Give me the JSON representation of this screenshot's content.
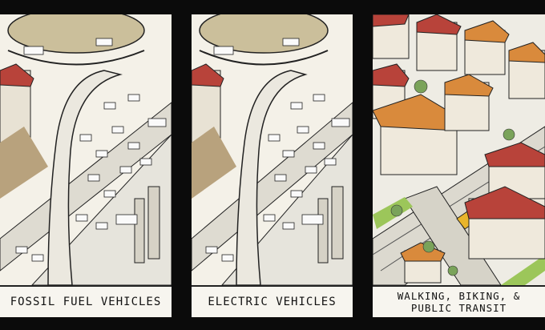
{
  "panels": [
    {
      "id": "fossil",
      "caption": "FOSSIL FUEL VEHICLES"
    },
    {
      "id": "electric",
      "caption": "ELECTRIC VEHICLES"
    },
    {
      "id": "transit",
      "caption_line1": "WALKING, BIKING, &",
      "caption_line2": "PUBLIC TRANSIT"
    }
  ],
  "colors": {
    "paper": "#f7f5ef",
    "roof_orange": "#d98a3c",
    "roof_red": "#b8433a",
    "tram_yellow": "#e9b52b",
    "grass_green": "#9cc65a",
    "ink": "#222222"
  }
}
